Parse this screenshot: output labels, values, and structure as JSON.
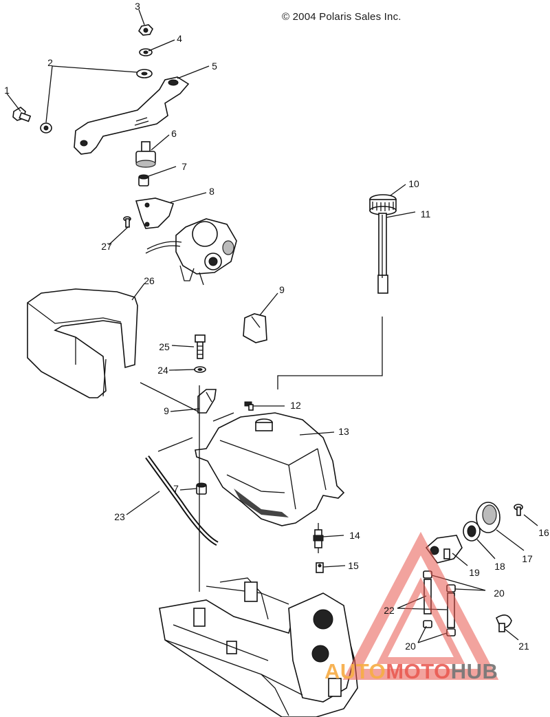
{
  "copyright": "© 2004 Polaris Sales Inc.",
  "callouts": [
    {
      "id": "c1",
      "text": "1"
    },
    {
      "id": "c2",
      "text": "2"
    },
    {
      "id": "c3",
      "text": "3"
    },
    {
      "id": "c4",
      "text": "4"
    },
    {
      "id": "c5",
      "text": "5"
    },
    {
      "id": "c6",
      "text": "6"
    },
    {
      "id": "c7a",
      "text": "7"
    },
    {
      "id": "c8",
      "text": "8"
    },
    {
      "id": "c27",
      "text": "27"
    },
    {
      "id": "c10",
      "text": "10"
    },
    {
      "id": "c11",
      "text": "11"
    },
    {
      "id": "c26",
      "text": "26"
    },
    {
      "id": "c9a",
      "text": "9"
    },
    {
      "id": "c25",
      "text": "25"
    },
    {
      "id": "c24",
      "text": "24"
    },
    {
      "id": "c9b",
      "text": "9"
    },
    {
      "id": "c12",
      "text": "12"
    },
    {
      "id": "c13",
      "text": "13"
    },
    {
      "id": "c7b",
      "text": "7"
    },
    {
      "id": "c23",
      "text": "23"
    },
    {
      "id": "c14",
      "text": "14"
    },
    {
      "id": "c15",
      "text": "15"
    },
    {
      "id": "c16",
      "text": "16"
    },
    {
      "id": "c17",
      "text": "17"
    },
    {
      "id": "c18",
      "text": "18"
    },
    {
      "id": "c19",
      "text": "19"
    },
    {
      "id": "c20a",
      "text": "20"
    },
    {
      "id": "c22",
      "text": "22"
    },
    {
      "id": "c20b",
      "text": "20"
    },
    {
      "id": "c21",
      "text": "21"
    }
  ],
  "watermark": {
    "part1": "AUTO",
    "part2": "MOTO",
    "part3": "HUB",
    "colors": {
      "auto": "#f6ac46",
      "moto": "#e85850",
      "hub": "#787878"
    }
  }
}
